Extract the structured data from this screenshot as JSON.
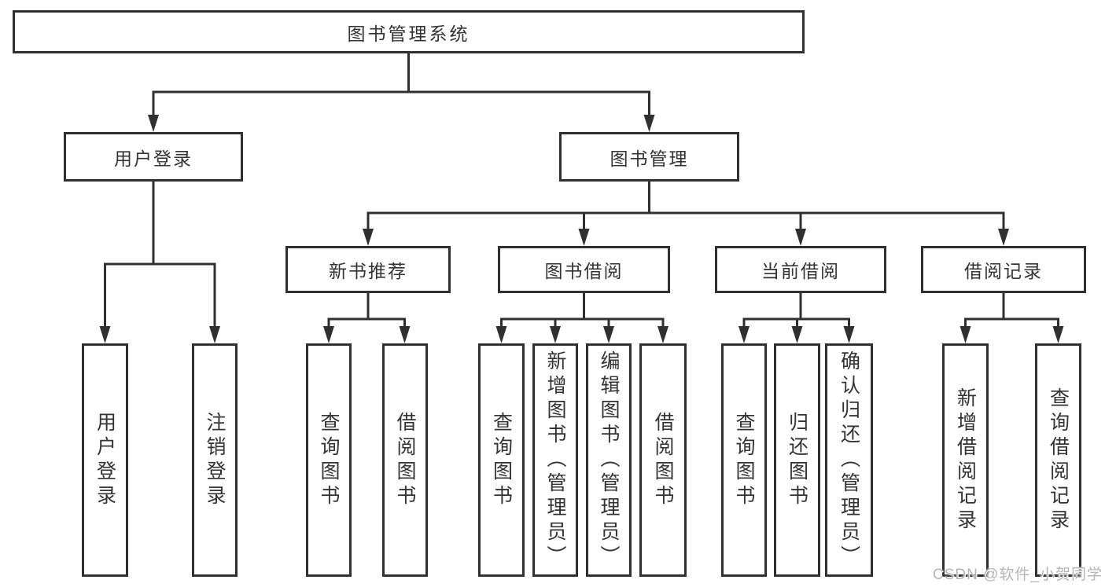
{
  "diagram": {
    "root": {
      "label": "图书管理系统"
    },
    "level2": [
      {
        "id": "user-login",
        "label": "用户登录"
      },
      {
        "id": "book-management",
        "label": "图书管理"
      }
    ],
    "level3": [
      {
        "id": "new-book-recommend",
        "parent": "图书管理",
        "label": "新书推荐"
      },
      {
        "id": "book-borrow",
        "parent": "图书管理",
        "label": "图书借阅"
      },
      {
        "id": "current-borrow",
        "parent": "图书管理",
        "label": "当前借阅"
      },
      {
        "id": "borrow-record",
        "parent": "图书管理",
        "label": "借阅记录"
      }
    ],
    "leaves": [
      {
        "id": "user-login-action",
        "parent": "用户登录",
        "label": "用户登录"
      },
      {
        "id": "logout-action",
        "parent": "用户登录",
        "label": "注销登录"
      },
      {
        "id": "query-book-recommend",
        "parent": "新书推荐",
        "label": "查询图书"
      },
      {
        "id": "borrow-book-recommend",
        "parent": "新书推荐",
        "label": "借阅图书"
      },
      {
        "id": "query-book-borrow",
        "parent": "图书借阅",
        "label": "查询图书"
      },
      {
        "id": "add-book-admin",
        "parent": "图书借阅",
        "label": "新增图书（管理员）"
      },
      {
        "id": "edit-book-admin",
        "parent": "图书借阅",
        "label": "编辑图书（管理员）"
      },
      {
        "id": "borrow-book",
        "parent": "图书借阅",
        "label": "借阅图书"
      },
      {
        "id": "query-book-current",
        "parent": "当前借阅",
        "label": "查询图书"
      },
      {
        "id": "return-book",
        "parent": "当前借阅",
        "label": "归还图书"
      },
      {
        "id": "confirm-return-admin",
        "parent": "当前借阅",
        "label": "确认归还（管理员）"
      },
      {
        "id": "add-borrow-record",
        "parent": "借阅记录",
        "label": "新增借阅记录"
      },
      {
        "id": "query-borrow-record",
        "parent": "借阅记录",
        "label": "查询借阅记录"
      }
    ]
  },
  "watermark": {
    "text": "CSDN @软件_小贺同学"
  },
  "colors": {
    "line": "#303030",
    "text": "#333333",
    "watermark": "#b5b5b5",
    "background": "#ffffff"
  }
}
